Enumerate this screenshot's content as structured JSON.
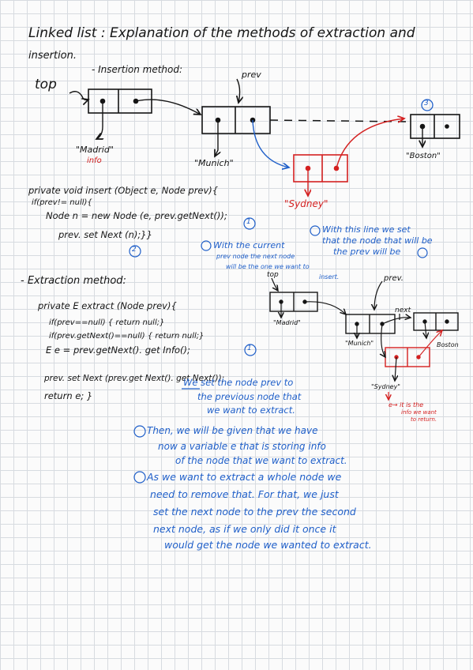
{
  "title_line1": "Linked list : Explanation of the methods of extraction and",
  "title_line2": "insertion.",
  "insertion_heading": "- Insertion method:",
  "diagram1": {
    "top_label": "top",
    "prev_label": "prev",
    "madrid_label": "\"Madrid\"",
    "info_label": "info",
    "munich_label": "\"Munich\"",
    "boston_label": "\"Boston\"",
    "sydney_label": "\"Sydney\"",
    "marker3": "3",
    "marker1": "1",
    "marker2": "2"
  },
  "insert_code": [
    "private   void   insert (Object e, Node prev){",
    "if(prev!= null){",
    "Node   n  =  new   Node (e, prev.getNext());",
    "prev. set Next (n);}}"
  ],
  "insert_notes": {
    "note2": [
      "With the current",
      "prev node the next node",
      "will be the one we want to",
      "insert."
    ],
    "note3": [
      "With this line we set",
      "that the node that will be",
      "the prev will be"
    ]
  },
  "extraction_heading": "- Extraction   method:",
  "extract_code": [
    "private   E   extract (Node prev){",
    "if(prev==null) { return null;}",
    "if(prev.getNext()==null) { return null;}",
    "E  e = prev.getNext(). get Info(); ",
    "prev. set Next (prev.get Next(). get Next());",
    "return  e; }"
  ],
  "extract_marker": "1",
  "diagram2": {
    "top_label": "top",
    "prev_label": "prev.",
    "next_label": "next",
    "madrid_label": "\"Madrid\"",
    "munich_label": "\"Munich\"",
    "boston_label": "Boston",
    "sydney_label": "\"Sydney\"",
    "e_note": [
      "e→ it is the",
      "info we want",
      "to return."
    ]
  },
  "extract_note_a": [
    "We set the node prev to",
    "the previous node that",
    "we want to extract."
  ],
  "explanation_1": [
    "Then, we will be given that we have",
    "now a variable e that is storing info",
    "of the node that we want to extract."
  ],
  "explanation_2": [
    "As we want to extract a whole node we",
    "need to remove that. For that, we just",
    "set the next node to the prev the second",
    "next node, as if we only did it once it",
    "would get the node we wanted to extract."
  ],
  "colors": {
    "ink": "#151515",
    "blue": "#1f5fc9",
    "red": "#d42020",
    "grid": "#d7dbe0"
  }
}
